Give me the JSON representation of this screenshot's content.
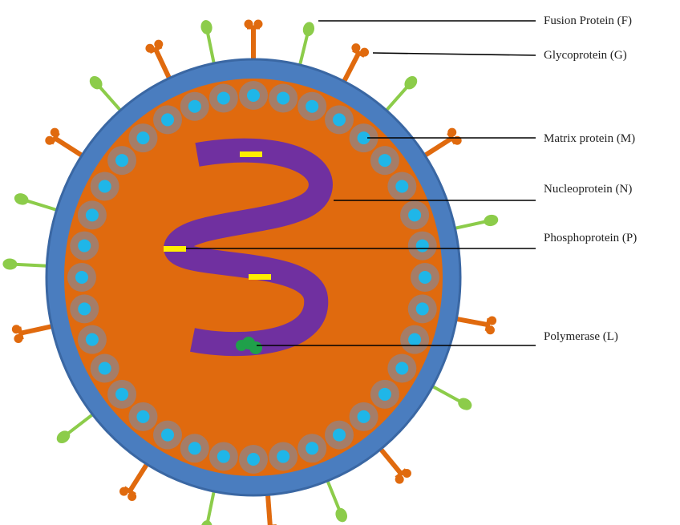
{
  "colors": {
    "envelope": "#4a7dbf",
    "envelope_stroke": "#3a67a3",
    "interior": "#e06a0e",
    "matrix_halo": "#9a8078",
    "matrix_core": "#1fb6e8",
    "nucleoprotein": "#7030a0",
    "phosphoprotein": "#ffee00",
    "polymerase": "#1fa04a",
    "glycoprotein": "#e06a0e",
    "fusion_protein": "#8ccc4a",
    "leader_line": "#000000"
  },
  "labels": [
    {
      "id": "fusion",
      "text": "Fusion Protein (F)"
    },
    {
      "id": "glyco",
      "text": "Glycoprotein (G)"
    },
    {
      "id": "matrix",
      "text": "Matrix protein (M)"
    },
    {
      "id": "nucleo",
      "text": "Nucleoprotein (N)"
    },
    {
      "id": "phospho",
      "text": "Phosphoprotein (P)"
    },
    {
      "id": "polymerase",
      "text": "Polymerase (L)"
    }
  ]
}
